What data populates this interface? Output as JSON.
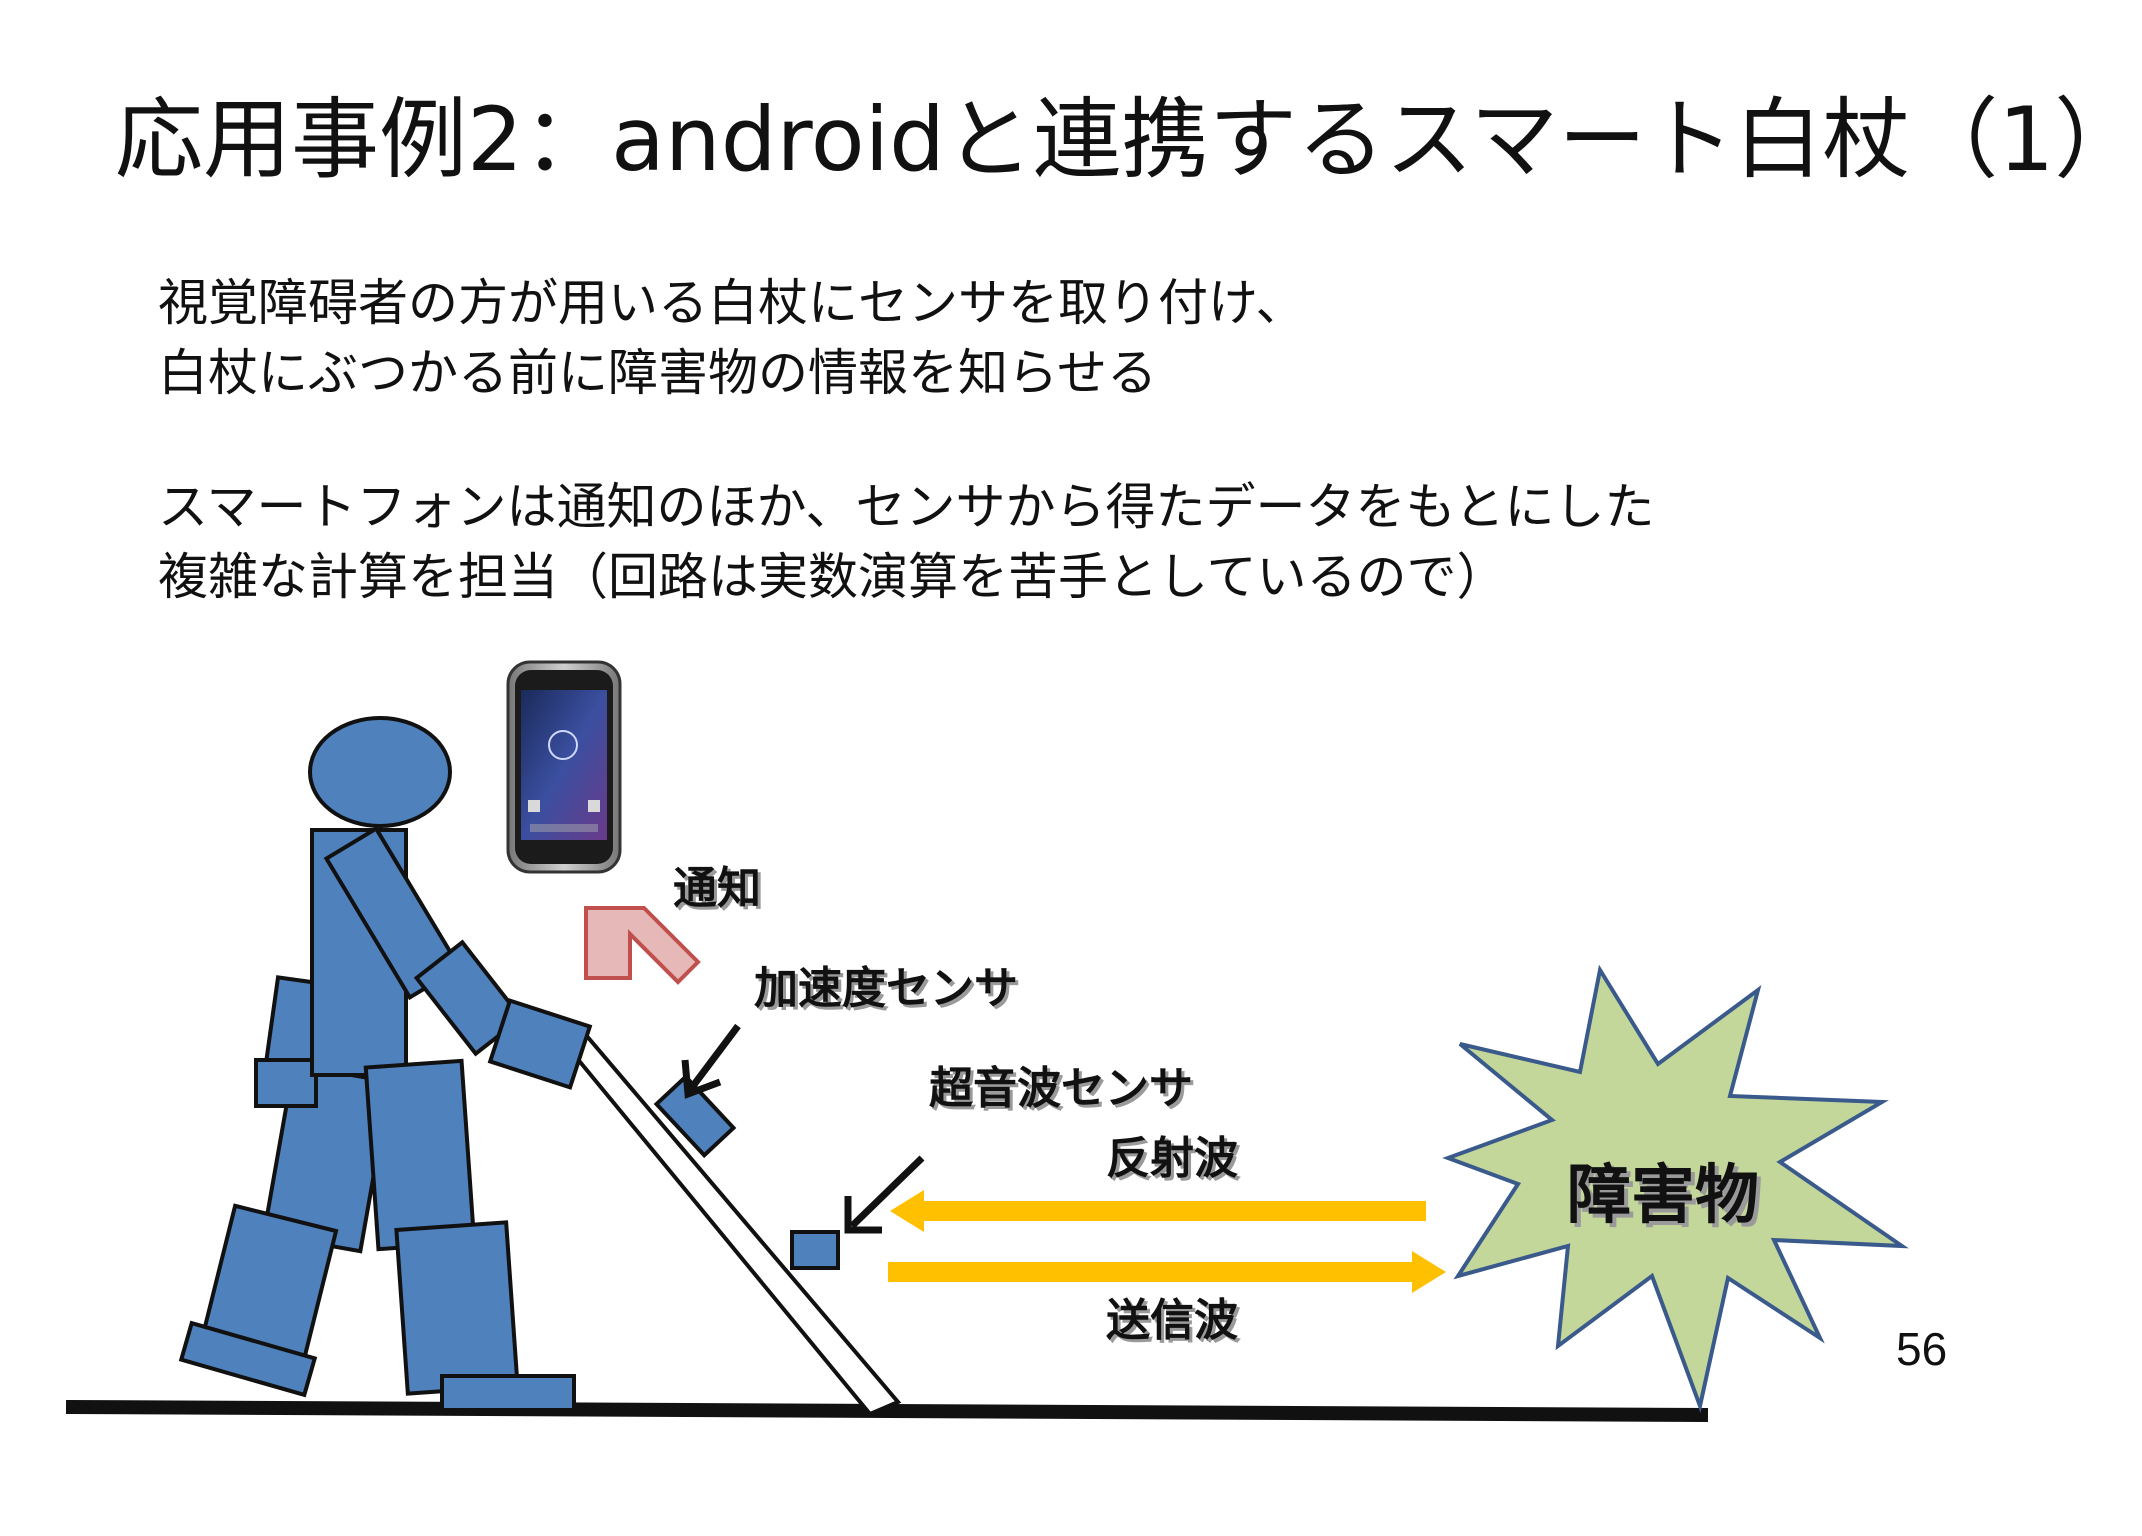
{
  "slide": {
    "title": "応用事例2：androidと連携するスマート白杖（1）",
    "paragraph1": {
      "line1": "視覚障碍者の方が用いる白杖にセンサを取り付け、",
      "line2": "白杖にぶつかる前に障害物の情報を知らせる"
    },
    "paragraph2": {
      "line1": "スマートフォンは通知のほか、センサから得たデータをもとにした",
      "line2": "複雑な計算を担当（回路は実数演算を苦手としているので）"
    },
    "page_number": "56"
  },
  "diagram": {
    "labels": {
      "notification": "通知",
      "accel_sensor": "加速度センサ",
      "ultrasonic_sensor": "超音波センサ",
      "reflected_wave": "反射波",
      "transmitted_wave": "送信波",
      "obstacle": "障害物"
    },
    "colors": {
      "figure_blue": "#4f81bd",
      "outline": "#111111",
      "wave_arrow": "#ffc000",
      "notify_arrow_fill": "#e6b9b8",
      "notify_arrow_stroke": "#c0504d",
      "obstacle_fill": "#c4d79b",
      "obstacle_stroke": "#3a5a8c"
    }
  }
}
